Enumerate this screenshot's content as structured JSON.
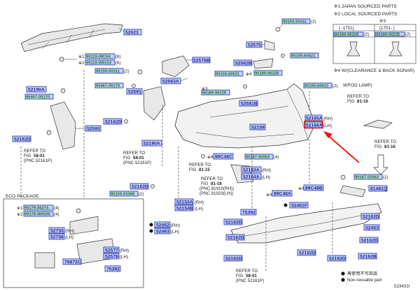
{
  "legend": {
    "line1": "※1  JAPAN SOURCED PARTS",
    "line2": "※2  LOCAL SOURCED PARTS",
    "line3": "※3",
    "col1": "( -1701)",
    "col2": "(1701- )",
    "pn1": "90189-06228",
    "qty1": "(2)",
    "pn2": "90189-06235",
    "qty2": "(2)",
    "line4": "※4  W/(CLEARANCE & BACK SONAR)"
  },
  "labels": {
    "p52023": "52023",
    "p90159_50311a": "90159-50311",
    "q2a": "(2)",
    "p52575": "52575",
    "p90119_08c64": "90119-08C64",
    "q6a": "(6)",
    "p90119_w0153": "90119-W0153",
    "q6b": "(6)",
    "m1a": "※1",
    "m2a": "※2",
    "p52576b": "52576B",
    "p52562b": "52562B",
    "p90159_60621a": "90159-60621",
    "p90159_50311b": "90159-50311",
    "q2b": "(2)",
    "p90159_60621b": "90159-60621",
    "p90189_06228": "90189-06228",
    "m4a": "※4",
    "p90467_05170": "90467-05170",
    "p52563a": "52563A",
    "p52591": "52591",
    "p90159_60621c": "90159-60621",
    "q2c": "(2)",
    "p90189_06228b": "90189-06228",
    "m3": "※3",
    "p52190a": "52190A",
    "p90467_05170b": "90467-05170",
    "p52581b": "52581B",
    "fog": "W/FOG LAMP)",
    "fig_fog": "REFER TO\nFIG",
    "p52165a": "52165A",
    "rh1": "(RH)",
    "p52166a": "52166A",
    "lh1": "(LH)",
    "p52592": "52592",
    "p52162d_a": "52162D",
    "p52159": "52159",
    "fig8116a": "81-16",
    "p52162d_b": "52162D",
    "p52190a_b": "52190A",
    "refer1": "REFER TO",
    "fig1": "FIG",
    "fig1n": "58-01",
    "pnc1": "(PNC 52161P)",
    "m4b": "※4",
    "p89c48c": "89C48C",
    "p90167_50063a": "90167-50063",
    "q4a": "(4)",
    "refer2": "REFER TO",
    "fig2": "FIG",
    "fig2n": "58-01",
    "pnc2": "(PNC 52161P)",
    "refer3": "REFER TO",
    "fig3": "FIG",
    "fig3n": "81-15",
    "pnc3a": "(PNC 81910(RH))",
    "pnc3b": "(PNC 81920(LH))",
    "refer4": "REFER TO",
    "fig4": "FIG",
    "fig4n": "81-16",
    "p52163a": "52163A",
    "rh2": "(RH)",
    "p52164a": "52164A",
    "lh2": "(LH)",
    "p90167_50063b": "90167-50063",
    "q2d": "(2)",
    "p52162d_c": "52162D",
    "p90159_50368": "90159-50368",
    "q2e": "(2)",
    "m4c": "※4",
    "p89c48a": "89C48A",
    "m4d": "※4",
    "p89c48b": "89C48B",
    "p81481q": "81481Q",
    "p52153a": "52153A",
    "rh3": "(RH)",
    "p52154b": "52154B",
    "lh3": "(LH)",
    "p52461f": "52461F",
    "p75392a": "75392",
    "eco": "ECO PACKAGE",
    "m1b": "※1",
    "p90179_06274": "90179-06274",
    "q4b": "(4)",
    "m2b": "※2",
    "p90178_w0039": "90178-W0039",
    "q4c": "(4)",
    "p52162d_d": "52162D",
    "p52162d_e": "52162D",
    "p52453": "52453",
    "p52462": "52462",
    "rh4": "(RH)",
    "p52463": "52463",
    "lh4": "(LH)",
    "p52755": "52755",
    "rh5": "(RH)",
    "p52756": "52756",
    "lh5": "(LH)",
    "p52577": "52577",
    "rh6": "(RH)",
    "p52578": "52578",
    "lh6": "(LH)",
    "p76872c": "76872C",
    "p52162d_f": "52162D",
    "p52162d_g": "52162D",
    "p52162d_h": "52162D",
    "p52162d_i": "52162D",
    "p52162d_j": "52162D",
    "p52162b": "52162B",
    "p75392b": "75392",
    "refer5": "REFER TO",
    "fig5": "FIG",
    "fig5n": "58-01",
    "pnc5": "(PNC 52161P)",
    "foot1": "再使用不可部品",
    "foot2": "Non-reusable part",
    "code": "523431I"
  },
  "colors": {
    "pn_fill": "#c6d0ff",
    "pn_border": "#1a2a9a",
    "fig_link": "#7a2aa0",
    "green_pn": "#0a7a0a",
    "highlight": "#ff0000"
  }
}
